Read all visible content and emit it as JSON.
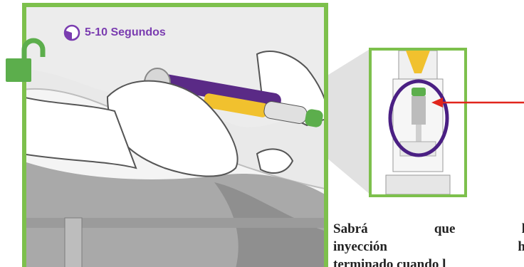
{
  "timer": {
    "label": "5-10 Segundos",
    "icon": "clock-icon"
  },
  "lock_icon": "unlocked-padlock-icon",
  "caption": {
    "line1": [
      "Sabrá",
      "que",
      "l"
    ],
    "line2": [
      "inyección",
      "h"
    ],
    "line3": [
      "terminado cuando l"
    ]
  },
  "colors": {
    "frame_green": "#7dc04c",
    "purple": "#7a3cb0",
    "pen_yellow": "#f1c12e",
    "pen_purple": "#5a2a86",
    "arrow_red": "#e1261c"
  }
}
